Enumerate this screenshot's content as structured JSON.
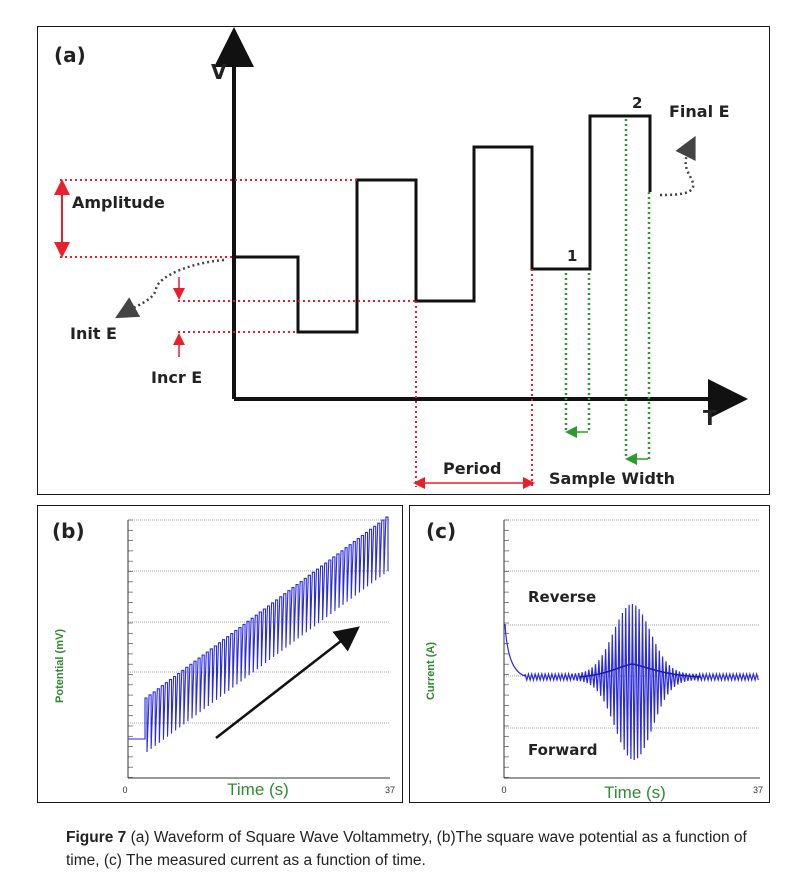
{
  "panel_a": {
    "tag": "(a)",
    "axis_y": "V",
    "axis_x": "T",
    "amplitude": "Amplitude",
    "init_e": "Init E",
    "incr_e": "Incr E",
    "period": "Period",
    "sample_width": "Sample Width",
    "final_e": "Final E",
    "marker_1": "1",
    "marker_2": "2"
  },
  "panel_b": {
    "tag": "(b)",
    "ylabel": "Potential (mV)",
    "xlabel": "Time (s)",
    "xmin": "0",
    "xmax": "37"
  },
  "panel_c": {
    "tag": "(c)",
    "ylabel": "Current (A)",
    "xlabel": "Time (s)",
    "xmin": "0",
    "xmax": "37",
    "reverse": "Reverse",
    "forward": "Forward"
  },
  "caption": {
    "label": "Figure 7",
    "text": " (a) Waveform of Square Wave Voltammetry, (b)The square wave potential as a function of time, (c) The measured current as a function of time."
  },
  "colors": {
    "red": "#e8202a",
    "green": "#2c9a2c",
    "blue": "#2a2ae0",
    "axis_label_green": "#2e8b2e"
  }
}
